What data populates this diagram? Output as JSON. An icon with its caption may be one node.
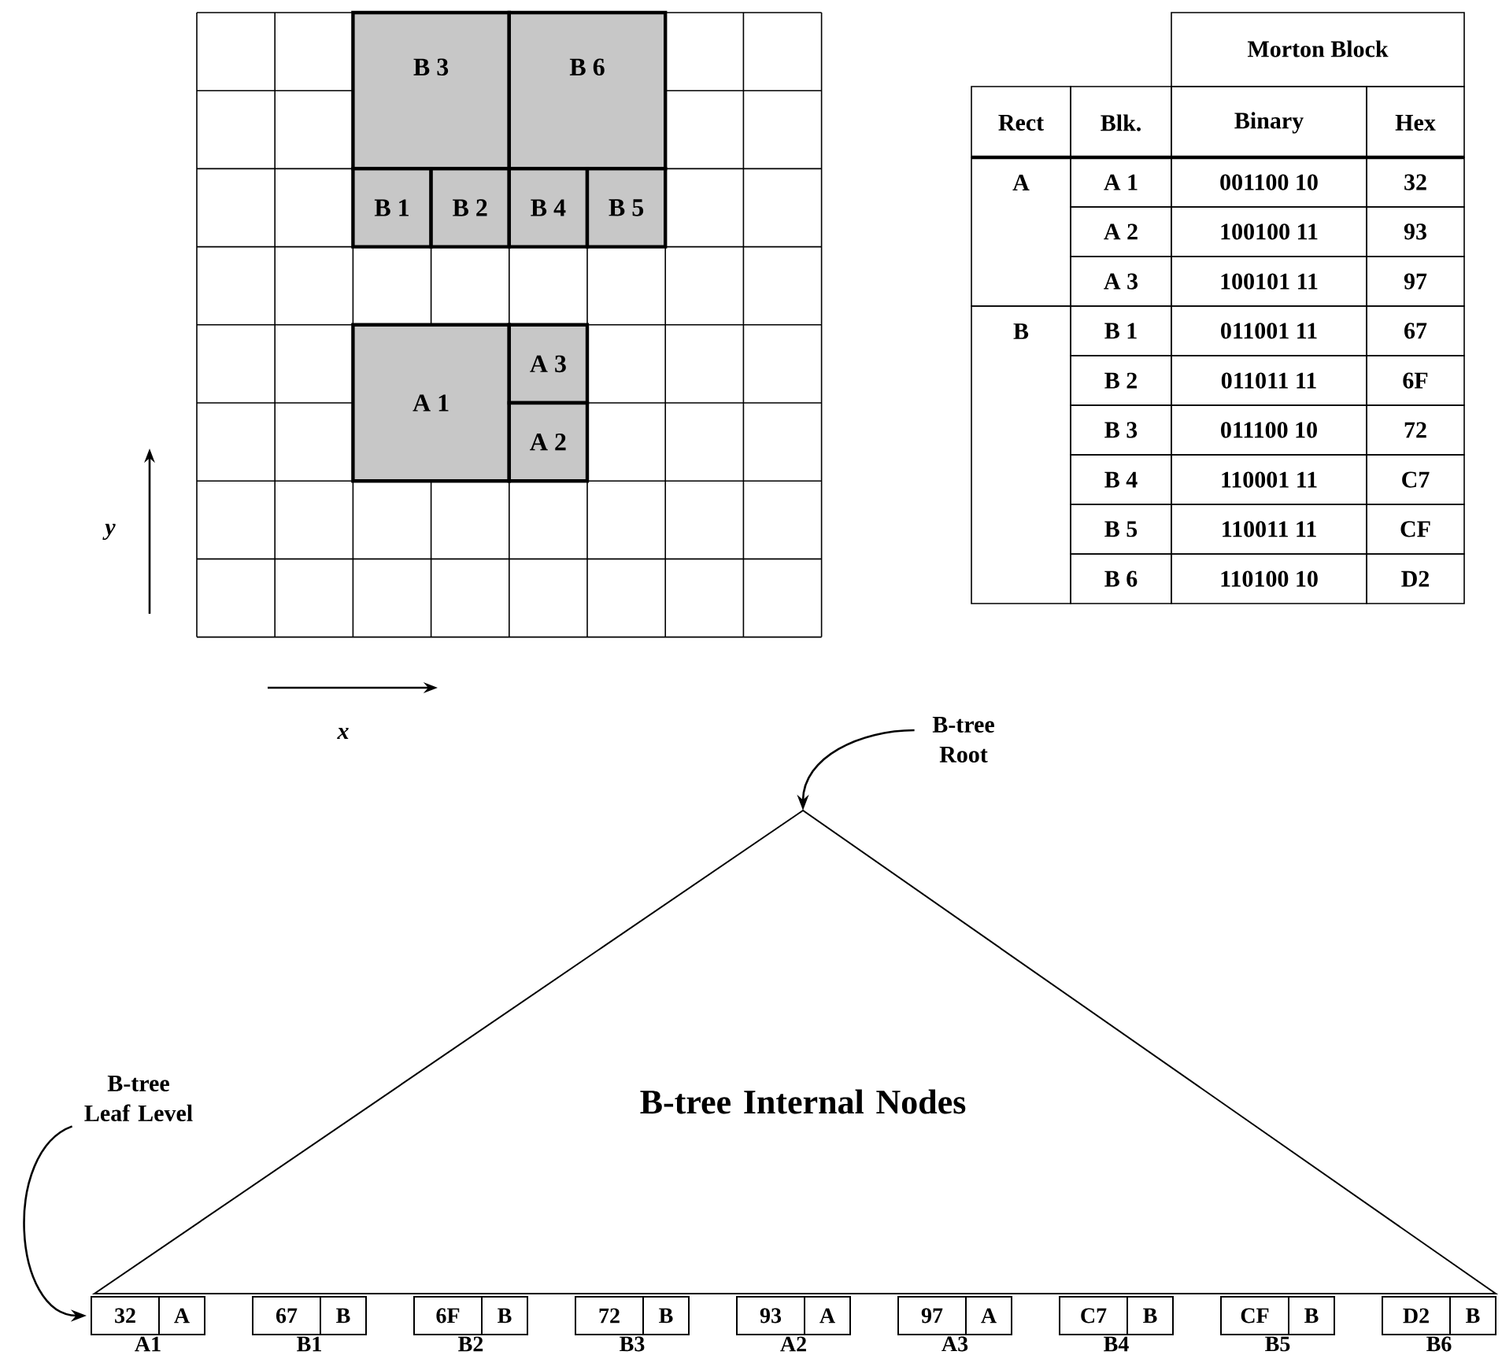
{
  "diagram": {
    "nodes": [
      {
        "text": [
          "B 3"
        ]
      },
      {
        "text": [
          "B 6"
        ]
      },
      {
        "text": [
          "B 1"
        ]
      },
      {
        "text": [
          "B 2"
        ]
      },
      {
        "text": [
          "B 4"
        ]
      },
      {
        "text": [
          "B 5"
        ]
      },
      {
        "text": [
          "A 1"
        ]
      },
      {
        "text": [
          "A 3"
        ]
      },
      {
        "text": [
          "A 2"
        ]
      },
      {
        "text": [
          "B-tree Root"
        ]
      },
      {
        "text": [
          "B-tree Internal Nodes"
        ]
      },
      {
        "text": [
          "B-tree Leaf Level"
        ]
      },
      {
        "text": [
          "32",
          "A"
        ],
        "beside": [
          "A1"
        ]
      },
      {
        "text": [
          "67",
          "B"
        ],
        "beside": [
          "B1"
        ]
      },
      {
        "text": [
          "6F",
          "B"
        ],
        "beside": [
          "B2"
        ]
      },
      {
        "text": [
          "72",
          "B"
        ],
        "beside": [
          "B3"
        ]
      },
      {
        "text": [
          "93",
          "A"
        ],
        "beside": [
          "A2"
        ]
      },
      {
        "text": [
          "97",
          "A"
        ],
        "beside": [
          "A3"
        ]
      },
      {
        "text": [
          "C7",
          "B"
        ],
        "beside": [
          "B4"
        ]
      },
      {
        "text": [
          "CF",
          "B"
        ],
        "beside": [
          "B5"
        ]
      },
      {
        "text": [
          "D2",
          "B"
        ],
        "beside": [
          "B6"
        ]
      }
    ],
    "edges": [
      {
        "from": 9,
        "to": 10,
        "arrow": "to"
      },
      {
        "from": 11,
        "to": 12,
        "arrow": "to"
      }
    ],
    "labels": [
      "Morton Block",
      "Rect",
      "Blk.",
      "Binary",
      "Hex",
      "A",
      "A 1",
      "001100 10",
      "32",
      "A 2",
      "100100 11",
      "93",
      "A 3",
      "100101 11",
      "97",
      "B",
      "B 1",
      "011001 11",
      "67",
      "B 2",
      "011011 11",
      "6F",
      "B 3",
      "011100 10",
      "72",
      "B 4",
      "110001 11",
      "C7",
      "B 5",
      "110011 11",
      "CF",
      "B 6",
      "110100 10",
      "D2",
      "y",
      "x"
    ]
  }
}
